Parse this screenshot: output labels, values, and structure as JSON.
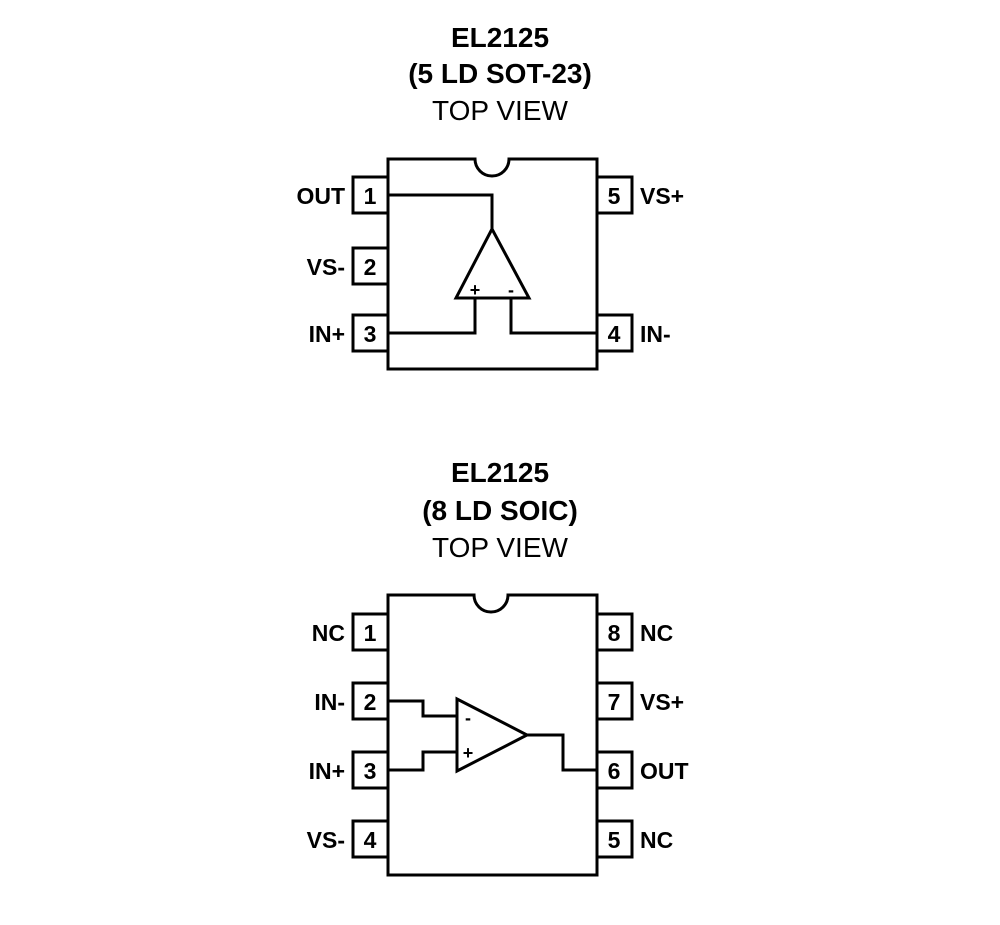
{
  "diagrams": [
    {
      "part": "EL2125",
      "package": "(5 LD SOT-23)",
      "view": "TOP VIEW",
      "pins": [
        {
          "num": "1",
          "label": "OUT"
        },
        {
          "num": "2",
          "label": "VS-"
        },
        {
          "num": "3",
          "label": "IN+"
        },
        {
          "num": "4",
          "label": "IN-"
        },
        {
          "num": "5",
          "label": "VS+"
        }
      ],
      "opamp": {
        "plus": "+",
        "minus": "-"
      }
    },
    {
      "part": "EL2125",
      "package": "(8 LD SOIC)",
      "view": "TOP VIEW",
      "pins": [
        {
          "num": "1",
          "label": "NC"
        },
        {
          "num": "2",
          "label": "IN-"
        },
        {
          "num": "3",
          "label": "IN+"
        },
        {
          "num": "4",
          "label": "VS-"
        },
        {
          "num": "5",
          "label": "NC"
        },
        {
          "num": "6",
          "label": "OUT"
        },
        {
          "num": "7",
          "label": "VS+"
        },
        {
          "num": "8",
          "label": "NC"
        }
      ],
      "opamp": {
        "plus": "+",
        "minus": "-"
      }
    }
  ]
}
